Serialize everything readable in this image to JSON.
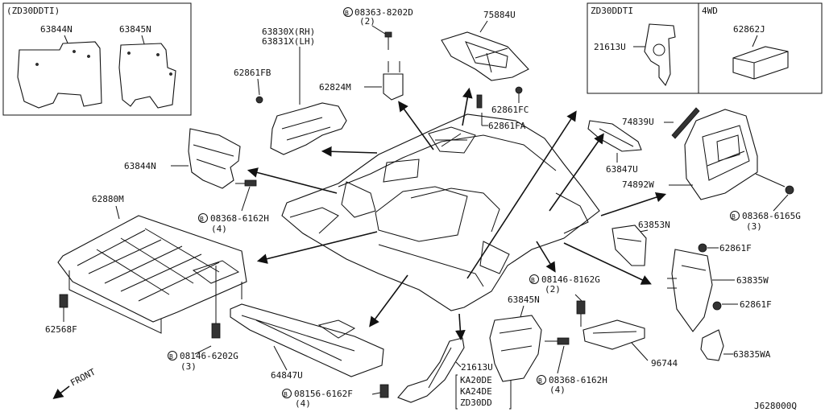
{
  "diagram": {
    "code": "J628000Q",
    "front_label": "FRONT"
  },
  "insets": {
    "left": {
      "title": "(ZD30DDTI)",
      "parts": [
        "63844N",
        "63845N"
      ]
    },
    "right_a": {
      "title": "ZD30DDTI",
      "part": "21613U"
    },
    "right_b": {
      "title": "4WD",
      "part": "62862J"
    }
  },
  "callouts": {
    "p63830x": "63830X(RH)",
    "p63831x": "63831X(LH)",
    "p62861fb": "62861FB",
    "b08363": "08363-8202D",
    "b08363_qty": "(2)",
    "p62824m": "62824M",
    "p75884u": "75884U",
    "p62861fc": "62861FC",
    "p62861fa": "62861FA",
    "p74839u": "74839U",
    "p63844n": "63844N",
    "p63847u": "63847U",
    "p74892w": "74892W",
    "p62880m": "62880M",
    "b08368a": "08368-6162H",
    "b08368a_qty": "(4)",
    "b08368b": "08368-6165G",
    "b08368b_qty": "(3)",
    "p63853n": "63853N",
    "p62861f_a": "62861F",
    "b08146a": "08146-8162G",
    "b08146a_qty": "(2)",
    "p63835w": "63835W",
    "p62861f_b": "62861F",
    "p63845n": "63845N",
    "p62568f": "62568F",
    "b08146b": "08146-6202G",
    "b08146b_qty": "(3)",
    "p64847u": "64847U",
    "p96744": "96744",
    "p63835wa": "63835WA",
    "p21613u": "21613U",
    "engines": [
      "KA20DE",
      "KA24DE",
      "ZD30DD"
    ],
    "b08368c": "08368-6162H",
    "b08368c_qty": "(4)",
    "b08156": "08156-6162F",
    "b08156_qty": "(4)",
    "bolt_symbol": "B"
  }
}
